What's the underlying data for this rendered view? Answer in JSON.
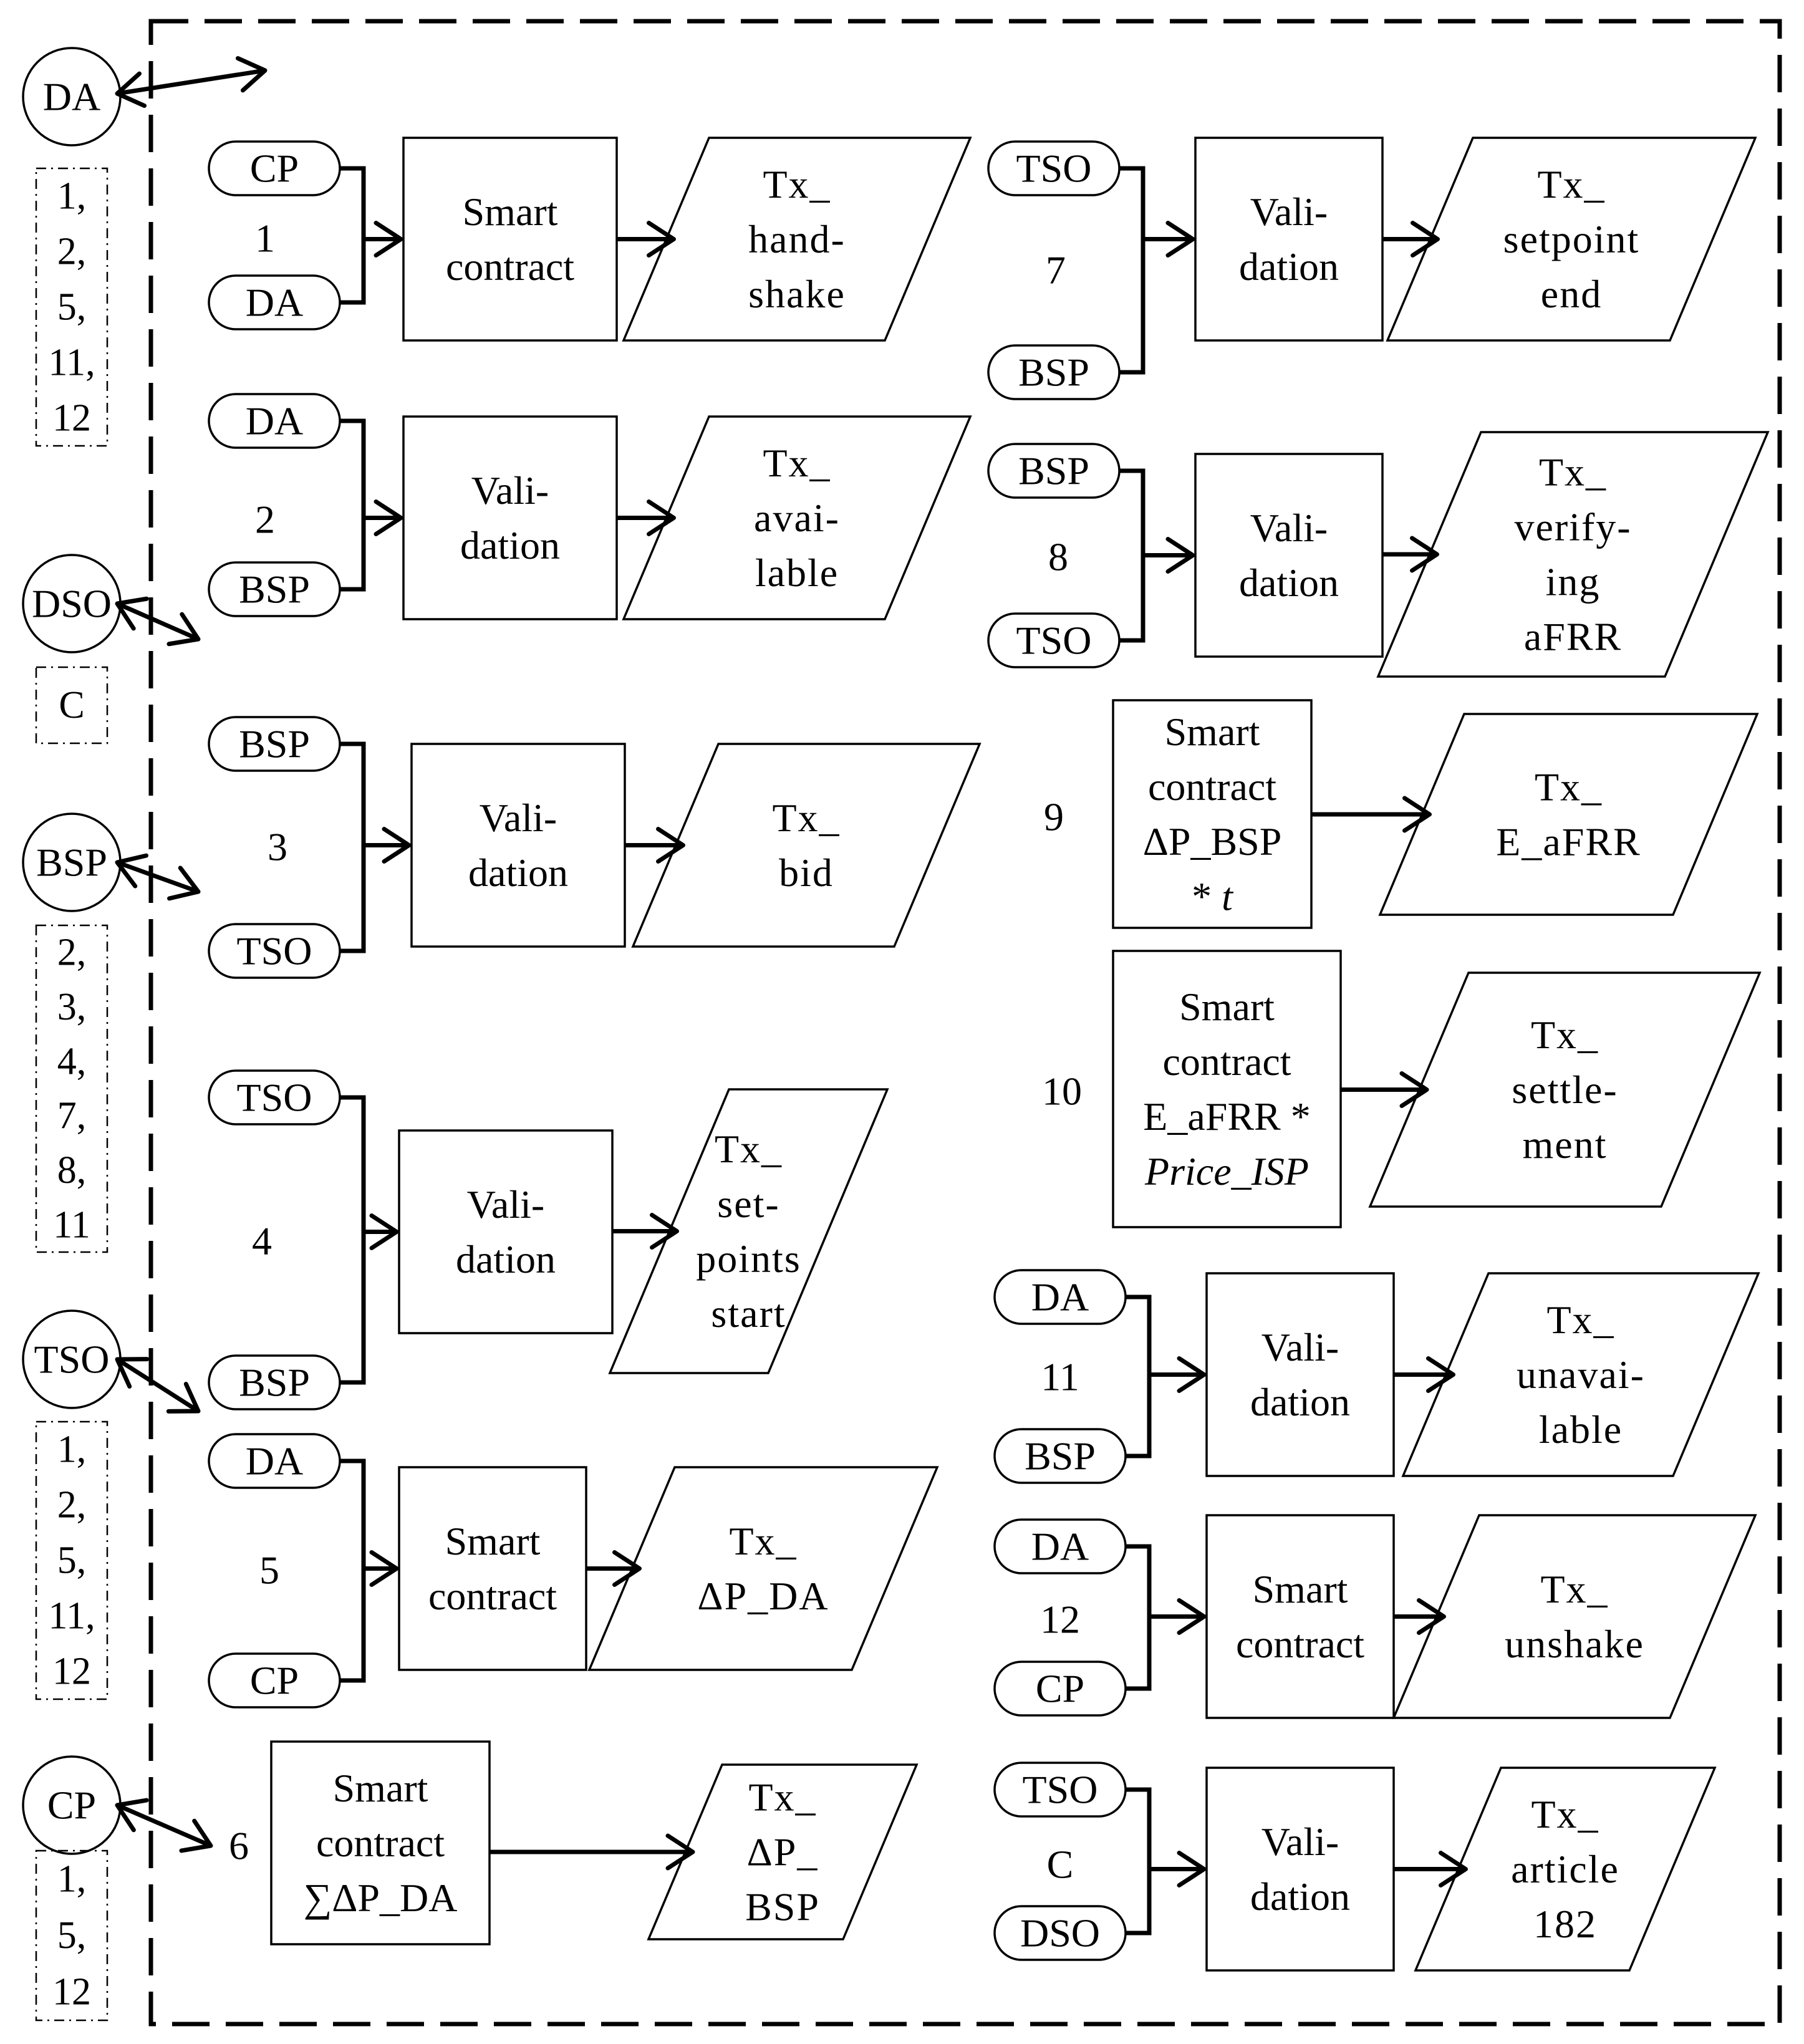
{
  "colors": {
    "red": "#e8141b",
    "green": "#7cb342",
    "black": "#000000"
  },
  "actors": [
    {
      "name": "DA",
      "processes": [
        "1,",
        "2,",
        "5,",
        "11,",
        "12"
      ]
    },
    {
      "name": "DSO",
      "processes": [
        "C"
      ]
    },
    {
      "name": "BSP",
      "processes": [
        "2,",
        "3,",
        "4,",
        "7,",
        "8,",
        "11"
      ]
    },
    {
      "name": "TSO",
      "processes": [
        "1,",
        "2,",
        "5,",
        "11,",
        "12"
      ]
    },
    {
      "name": "CP",
      "processes": [
        "1,",
        "5,",
        "12"
      ]
    }
  ],
  "processes": [
    {
      "id": "1",
      "number_color": "red",
      "inputs": [
        "CP",
        "DA"
      ],
      "action": [
        "Smart",
        "contract"
      ],
      "output": [
        "Tx_",
        "hand-",
        "shake"
      ]
    },
    {
      "id": "2",
      "number_color": "red",
      "inputs": [
        "DA",
        "BSP"
      ],
      "action": [
        "Vali-",
        "dation"
      ],
      "output": [
        "Tx_",
        "avai-",
        "lable"
      ]
    },
    {
      "id": "3",
      "number_color": "red",
      "inputs": [
        "BSP",
        "TSO"
      ],
      "action": [
        "Vali-",
        "dation"
      ],
      "output": [
        "Tx_",
        "bid"
      ]
    },
    {
      "id": "4",
      "number_color": "black",
      "inputs": [
        "TSO",
        "BSP"
      ],
      "action": [
        "Vali-",
        "dation"
      ],
      "output": [
        "Tx_",
        "set-",
        "points",
        "start"
      ]
    },
    {
      "id": "5",
      "number_color": "black",
      "inputs": [
        "DA",
        "CP"
      ],
      "action": [
        "Smart",
        "contract"
      ],
      "output": [
        "Tx_",
        "ΔP_DA"
      ]
    },
    {
      "id": "6",
      "number_color": "black",
      "inputs": [],
      "action": [
        "Smart",
        "contract",
        "∑ΔP_DA"
      ],
      "output": [
        "Tx_",
        "ΔP_",
        "BSP"
      ]
    },
    {
      "id": "7",
      "number_color": "black",
      "inputs": [
        "TSO",
        "BSP"
      ],
      "action": [
        "Vali-",
        "dation"
      ],
      "output": [
        "Tx_",
        "setpoint",
        "end"
      ]
    },
    {
      "id": "8",
      "number_color": "green",
      "inputs": [
        "BSP",
        "TSO"
      ],
      "action": [
        "Vali-",
        "dation"
      ],
      "output": [
        "Tx_",
        "verify-",
        "ing",
        "aFRR"
      ]
    },
    {
      "id": "9",
      "number_color": "green",
      "inputs": [],
      "action": [
        "Smart",
        "contract",
        "ΔP_BSP",
        "* t"
      ],
      "output": [
        "Tx_",
        "E_aFRR"
      ]
    },
    {
      "id": "10",
      "number_color": "green",
      "inputs": [],
      "action": [
        "Smart",
        "contract",
        "E_aFRR *",
        "Price_ISP"
      ],
      "output": [
        "Tx_",
        "settle-",
        "ment"
      ]
    },
    {
      "id": "11",
      "number_color": "black",
      "inputs": [
        "DA",
        "BSP"
      ],
      "action": [
        "Vali-",
        "dation"
      ],
      "output": [
        "Tx_",
        "unavai-",
        "lable"
      ]
    },
    {
      "id": "12",
      "number_color": "black",
      "inputs": [
        "DA",
        "CP"
      ],
      "action": [
        "Smart",
        "contract"
      ],
      "output": [
        "Tx_",
        "unshake"
      ]
    },
    {
      "id": "C",
      "number_color": "red",
      "inputs": [
        "TSO",
        "DSO"
      ],
      "action": [
        "Vali-",
        "dation"
      ],
      "output": [
        "Tx_",
        "article",
        "182"
      ]
    }
  ]
}
